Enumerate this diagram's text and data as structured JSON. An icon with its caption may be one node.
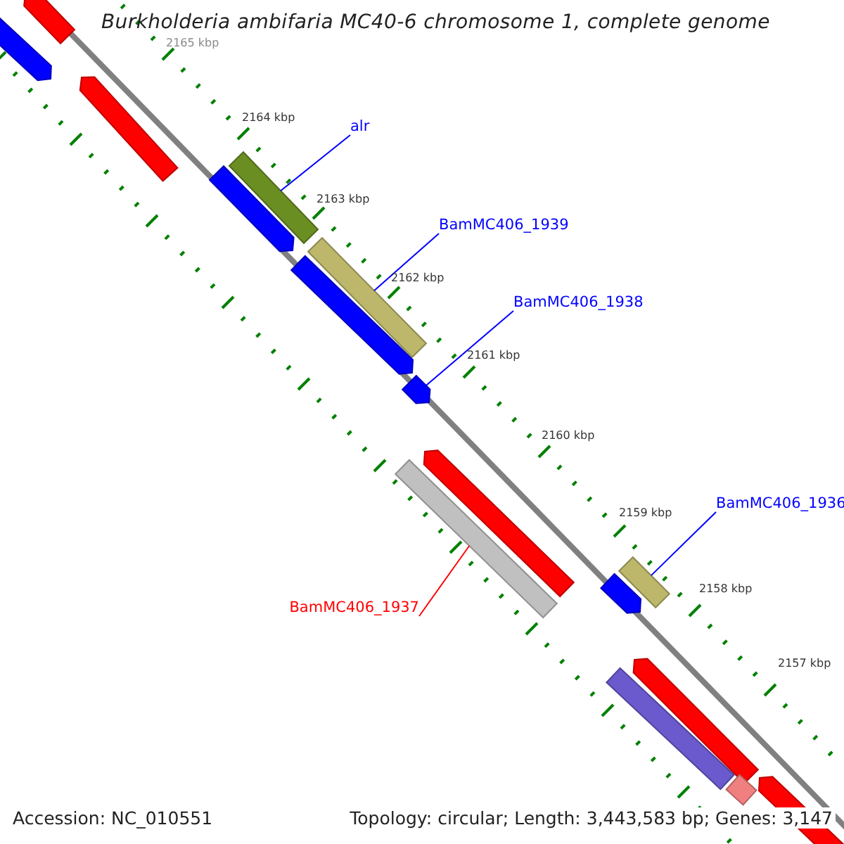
{
  "diagram": {
    "title": "Burkholderia ambifaria MC40-6 chromosome 1, complete genome",
    "nodes": [
      {
        "text": [
          "alr"
        ]
      },
      {
        "text": [],
        "shape": "bar"
      },
      {
        "text": [
          "BamMC406_1939"
        ]
      },
      {
        "text": [],
        "shape": "bar"
      },
      {
        "text": [
          "BamMC406_1938"
        ]
      },
      {
        "text": [],
        "shape": "bar"
      },
      {
        "text": [
          "BamMC406_1936"
        ]
      },
      {
        "text": [],
        "shape": "bar"
      },
      {
        "text": [
          "BamMC406_1937"
        ]
      },
      {
        "text": [],
        "shape": "bar"
      },
      {
        "text": [],
        "shape": "bar"
      },
      {
        "text": [],
        "shape": "bar"
      },
      {
        "text": [],
        "shape": "bar"
      },
      {
        "text": [],
        "shape": "bar"
      },
      {
        "text": [],
        "shape": "bar"
      },
      {
        "text": [],
        "shape": "bar"
      },
      {
        "text": [],
        "shape": "bar"
      },
      {
        "text": [],
        "shape": "bar"
      },
      {
        "text": [],
        "shape": "bar"
      },
      {
        "text": [],
        "shape": "bar"
      },
      {
        "text": [],
        "shape": "bar"
      }
    ],
    "edges": [
      {
        "from": 0,
        "to": 1,
        "arrow": "none"
      },
      {
        "from": 2,
        "to": 3,
        "arrow": "none"
      },
      {
        "from": 4,
        "to": 5,
        "arrow": "none"
      },
      {
        "from": 6,
        "to": 7,
        "arrow": "none"
      },
      {
        "from": 8,
        "to": 9,
        "arrow": "none",
        "color": "#ff0000"
      }
    ],
    "labels": [
      "2165 kbp",
      "2164 kbp",
      "2163 kbp",
      "2162 kbp",
      "2161 kbp",
      "2160 kbp",
      "2159 kbp",
      "2158 kbp",
      "2157 kbp",
      "Accession: NC_010551",
      "Topology: circular; Length: 3,443,583 bp; Genes: 3,147"
    ]
  }
}
